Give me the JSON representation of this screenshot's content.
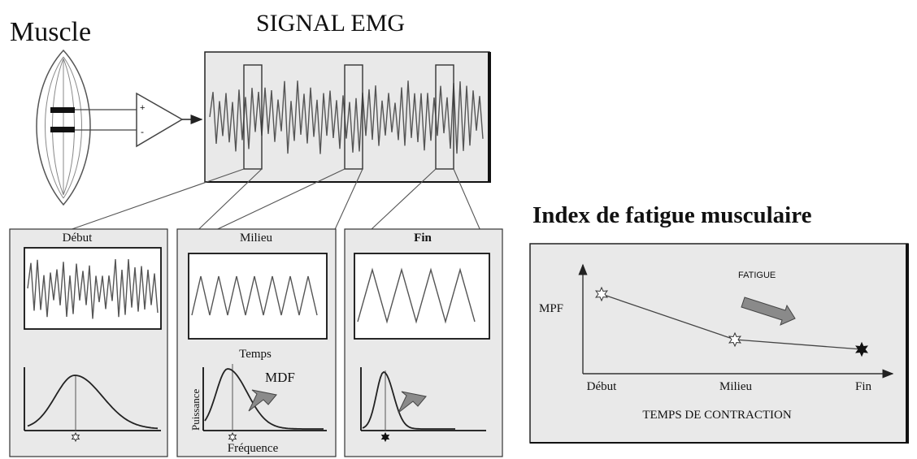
{
  "title_muscle": "Muscle",
  "title_signal": "SIGNAL EMG",
  "amp_plus": "+",
  "amp_minus": "-",
  "panels": [
    {
      "label": "Début",
      "marker": "open"
    },
    {
      "label": "Milieu",
      "marker": "open",
      "x_label": "Temps",
      "y_label": "Puissance",
      "mdf_label": "MDF",
      "freq_label": "Fréquence"
    },
    {
      "label": "Fin",
      "marker": "filled"
    }
  ],
  "fatigue_index": {
    "title": "Index de fatigue musculaire",
    "y_label": "MPF",
    "fatigue_label": "FATIGUE",
    "x_axis_title": "TEMPS DE CONTRACTION",
    "ticks": [
      "Début",
      "Milieu",
      "Fin"
    ],
    "points": [
      {
        "tick": "Début",
        "marker": "open-star"
      },
      {
        "tick": "Milieu",
        "marker": "open-star"
      },
      {
        "tick": "Fin",
        "marker": "filled-star"
      }
    ]
  },
  "colors": {
    "panel_bg": "#e9e9e9",
    "frame": "#222222",
    "wave": "#555555",
    "arrow": "#8a8a8a"
  }
}
